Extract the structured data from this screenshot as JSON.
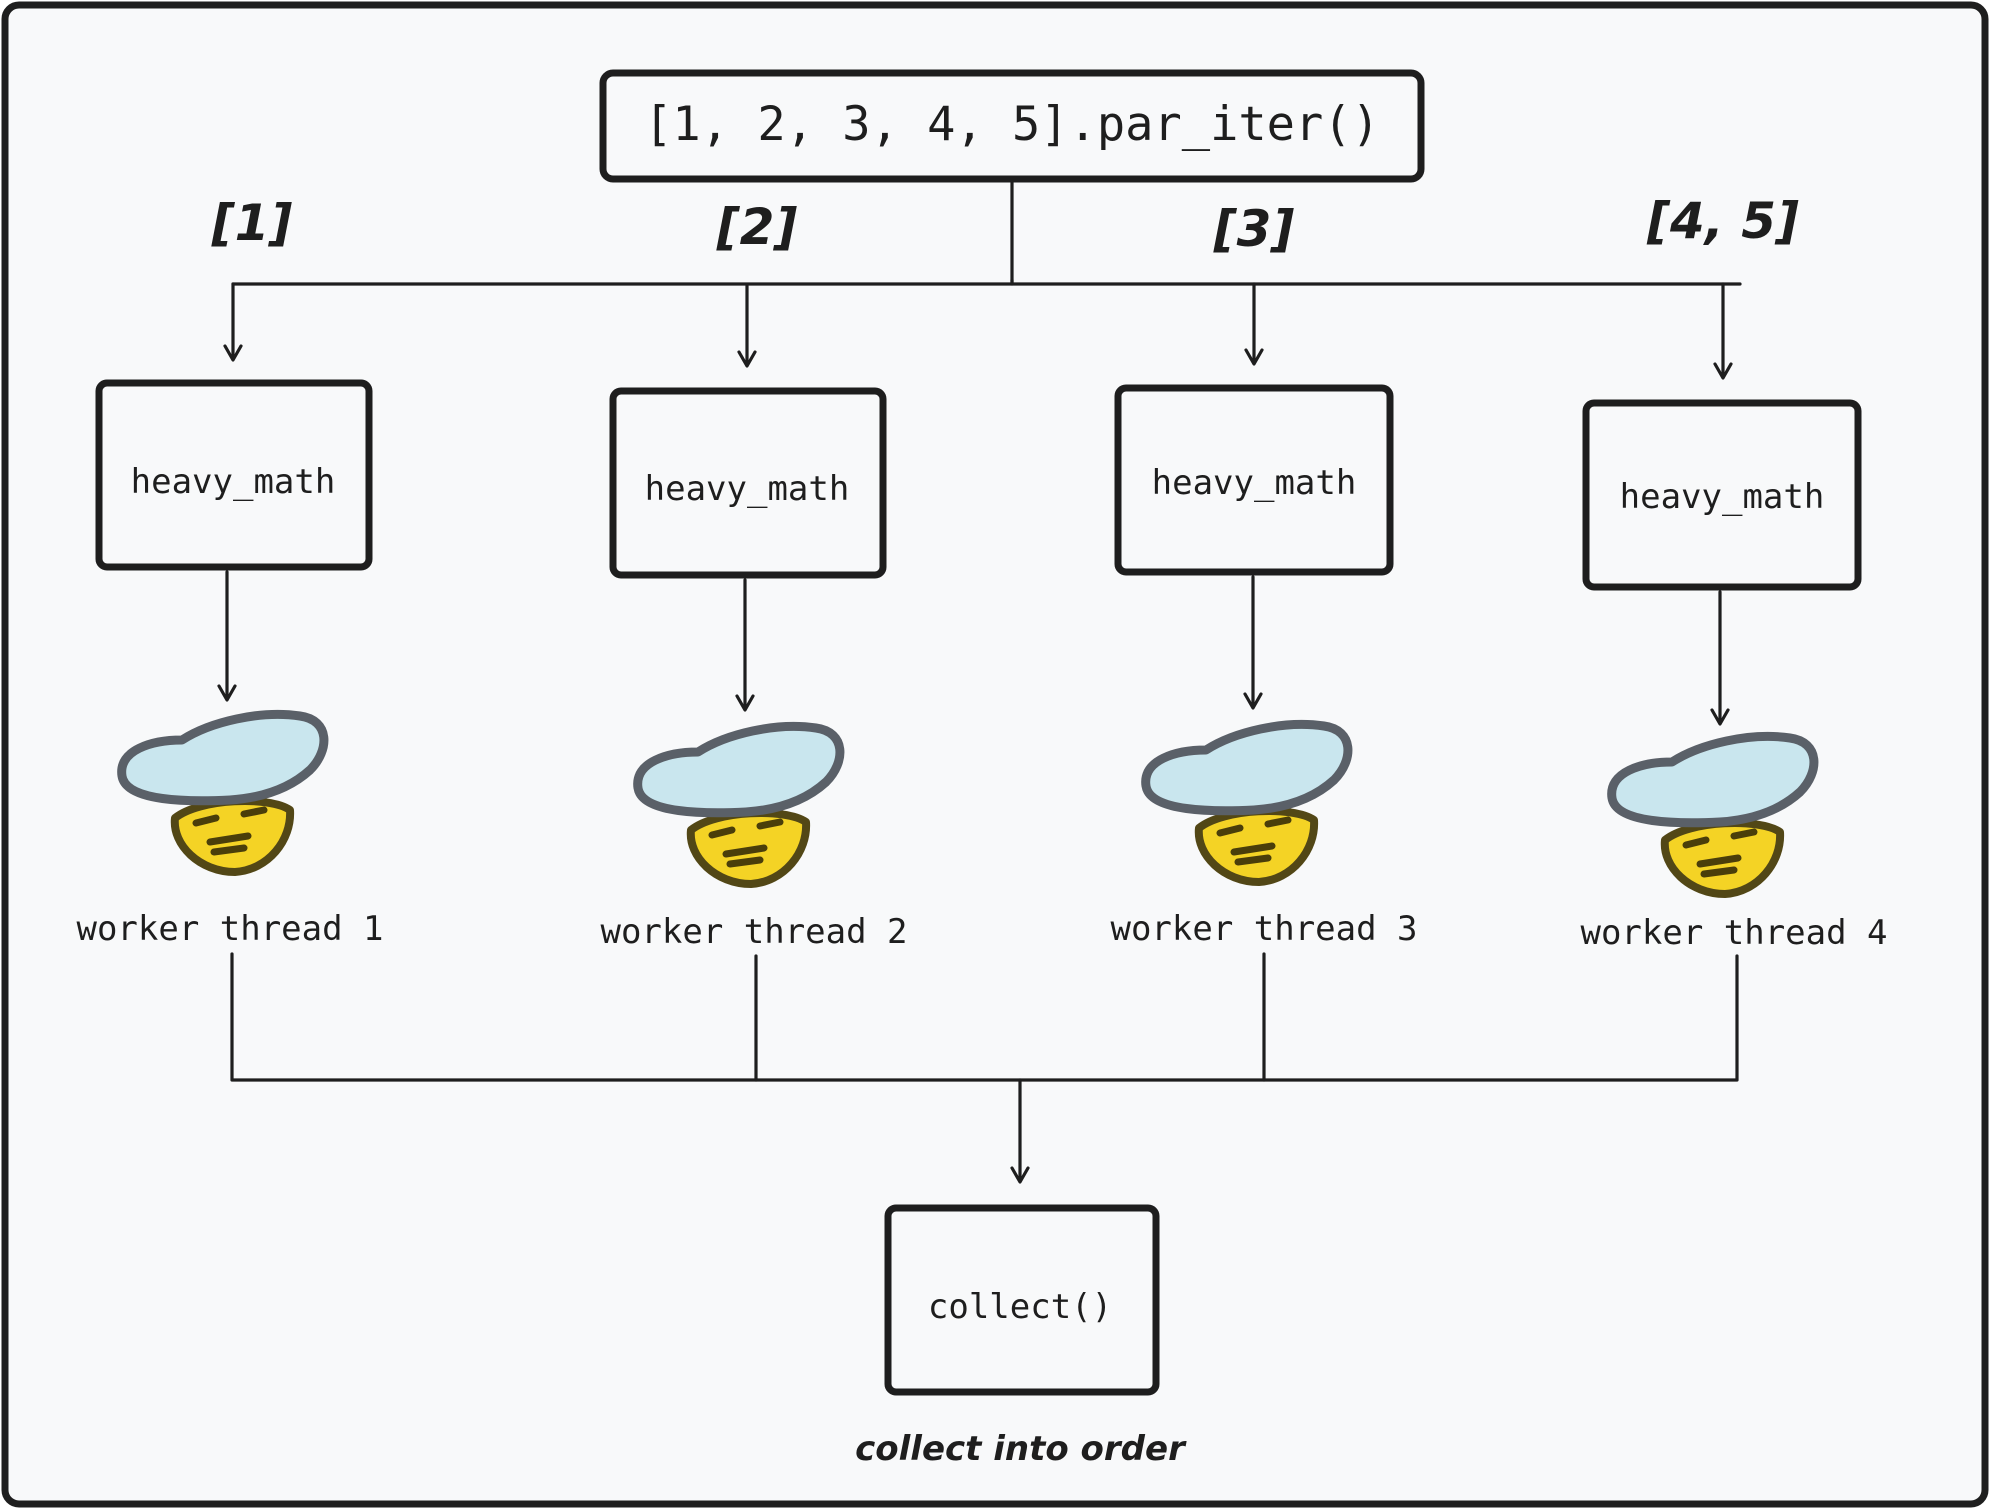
{
  "source": {
    "label": "[1, 2, 3, 4, 5].par_iter()"
  },
  "chunks": [
    {
      "label": "[1]"
    },
    {
      "label": "[2]"
    },
    {
      "label": "[3]"
    },
    {
      "label": "[4, 5]"
    }
  ],
  "tasks": [
    {
      "label": "heavy_math",
      "worker": "worker thread 1"
    },
    {
      "label": "heavy_math",
      "worker": "worker thread 2"
    },
    {
      "label": "heavy_math",
      "worker": "worker thread 3"
    },
    {
      "label": "heavy_math",
      "worker": "worker thread 4"
    }
  ],
  "collector": {
    "label": "collect()",
    "caption": "collect into order"
  },
  "icons": {
    "worker": "worker-face-with-hat-icon"
  },
  "colors": {
    "background": "#f8f9fa",
    "ink": "#1e1e1e",
    "hat_fill": "#c9e6ee",
    "hat_stroke": "#5a6068",
    "face_fill": "#f4d21a",
    "face_stroke": "#4a3e0a"
  }
}
